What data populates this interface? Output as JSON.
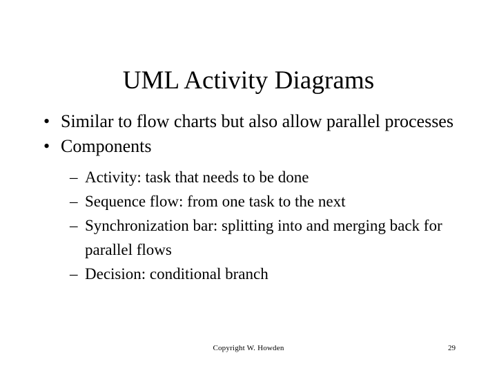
{
  "slide": {
    "title": "UML Activity Diagrams",
    "bullets": [
      {
        "marker": "•",
        "text": "Similar to flow charts but also allow parallel processes",
        "level": 1
      },
      {
        "marker": "•",
        "text": "Components",
        "level": 1
      }
    ],
    "sub_bullets": [
      {
        "marker": "–",
        "text": "Activity: task that needs to be done"
      },
      {
        "marker": "–",
        "text": "Sequence flow: from one task to the next"
      },
      {
        "marker": "–",
        "text": "Synchronization bar: splitting into and merging back for parallel flows"
      },
      {
        "marker": "–",
        "text": "Decision: conditional branch"
      }
    ],
    "footer": {
      "copyright": "Copyright W. Howden",
      "page_number": "29"
    },
    "colors": {
      "background": "#ffffff",
      "text": "#000000"
    }
  }
}
